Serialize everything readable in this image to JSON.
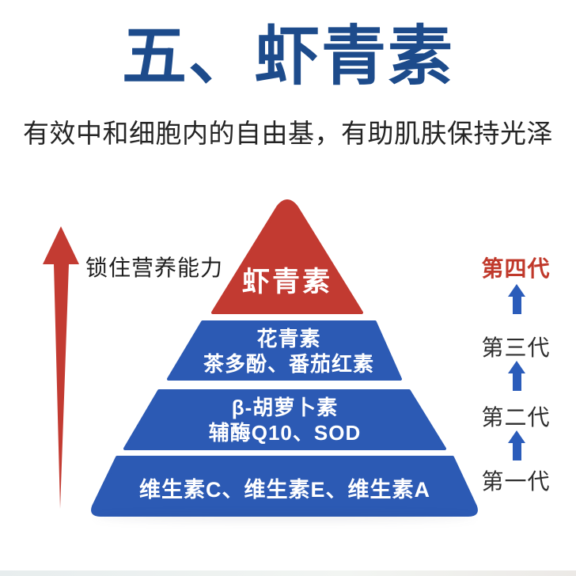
{
  "header": {
    "title": "五、虾青素",
    "subtitle": "有效中和细胞内的自由基，有助肌肤保持光泽"
  },
  "left_annotation": {
    "label": "锁住营养能力",
    "arrow_icon": "red-up-arrow"
  },
  "pyramid": {
    "levels": [
      {
        "generation": "第四代",
        "color": "#c23a31",
        "lines": [
          "虾青素"
        ]
      },
      {
        "generation": "第三代",
        "color": "#2c5ab4",
        "lines": [
          "花青素",
          "茶多酚、番茄红素"
        ]
      },
      {
        "generation": "第二代",
        "color": "#2c5ab4",
        "lines": [
          "β-胡萝卜素",
          "辅酶Q10、SOD"
        ]
      },
      {
        "generation": "第一代",
        "color": "#2c5ab4",
        "lines": [
          "维生素C、维生素E、维生素A"
        ]
      }
    ]
  },
  "generation_scale": {
    "items": [
      {
        "label": "第四代",
        "highlight": true
      },
      {
        "label": "第三代",
        "highlight": false
      },
      {
        "label": "第二代",
        "highlight": false
      },
      {
        "label": "第一代",
        "highlight": false
      }
    ],
    "arrow_icon": "blue-up-arrow"
  },
  "colors": {
    "title_blue": "#1d4b8b",
    "pyramid_red": "#c23a31",
    "pyramid_blue": "#2c5ab4",
    "arrow_red": "#c33b32",
    "arrow_blue": "#2b5cba",
    "generation_highlight": "#c0392b",
    "body_text": "#242424"
  }
}
